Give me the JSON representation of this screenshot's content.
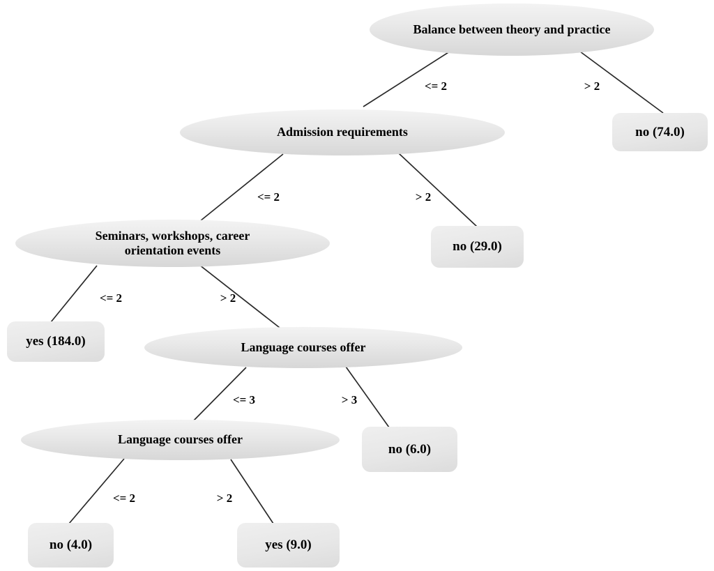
{
  "tree": {
    "type": "decision-tree",
    "colors": {
      "background": "#ffffff",
      "node_fill_top": "#f3f3f3",
      "node_fill_bottom": "#d7d7d7",
      "edge_line": "#2a2a2a",
      "text": "#000000"
    },
    "nodes": {
      "balance": {
        "label": "Balance between theory and practice",
        "shape": "ellipse"
      },
      "admission": {
        "label": "Admission requirements",
        "shape": "ellipse"
      },
      "seminars": {
        "label": "Seminars, workshops, career orientation events",
        "shape": "ellipse"
      },
      "language_1": {
        "label": "Language courses offer",
        "shape": "ellipse"
      },
      "language_2": {
        "label": "Language courses offer",
        "shape": "ellipse"
      },
      "leaf_no_74": {
        "label": "no (74.0)",
        "shape": "rect"
      },
      "leaf_no_29": {
        "label": "no (29.0)",
        "shape": "rect"
      },
      "leaf_yes_184": {
        "label": "yes (184.0)",
        "shape": "rect"
      },
      "leaf_no_6": {
        "label": "no (6.0)",
        "shape": "rect"
      },
      "leaf_no_4": {
        "label": "no (4.0)",
        "shape": "rect"
      },
      "leaf_yes_9": {
        "label": "yes (9.0)",
        "shape": "rect"
      }
    },
    "edges": {
      "balance_left": {
        "label": "<= 2",
        "from": "balance",
        "to": "admission"
      },
      "balance_right": {
        "label": "> 2",
        "from": "balance",
        "to": "leaf_no_74"
      },
      "admission_left": {
        "label": "<= 2",
        "from": "admission",
        "to": "seminars"
      },
      "admission_right": {
        "label": "> 2",
        "from": "admission",
        "to": "leaf_no_29"
      },
      "seminars_left": {
        "label": "<= 2",
        "from": "seminars",
        "to": "leaf_yes_184"
      },
      "seminars_right": {
        "label": "> 2",
        "from": "seminars",
        "to": "language_1"
      },
      "language_1_left": {
        "label": "<= 3",
        "from": "language_1",
        "to": "language_2"
      },
      "language_1_right": {
        "label": "> 3",
        "from": "language_1",
        "to": "leaf_no_6"
      },
      "language_2_left": {
        "label": "<= 2",
        "from": "language_2",
        "to": "leaf_no_4"
      },
      "language_2_right": {
        "label": "> 2",
        "from": "language_2",
        "to": "leaf_yes_9"
      }
    }
  }
}
